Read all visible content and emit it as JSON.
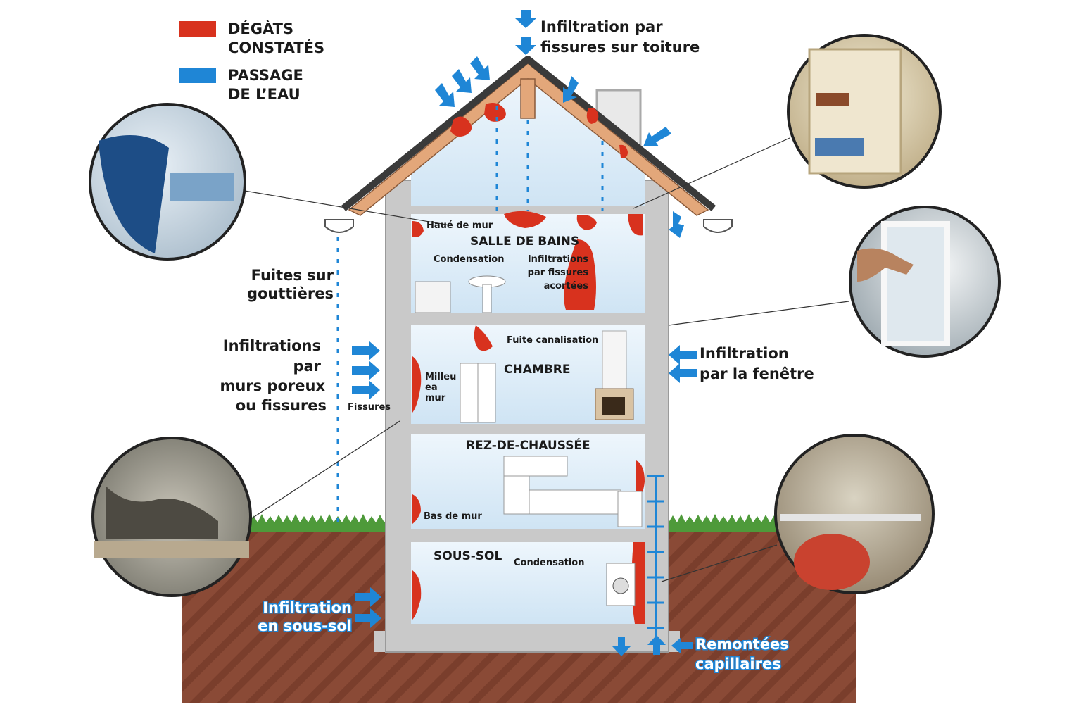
{
  "legend": {
    "damage": {
      "line1": "DÉGÀTS",
      "line2": "CONSTATÉS",
      "color": "#d8321e"
    },
    "water": {
      "line1": "PASSAGE",
      "line2": "DE L’EAU",
      "color": "#1f86d6"
    }
  },
  "labels": {
    "roof": {
      "line1": "Infiltration par",
      "line2": "fissures sur toiture"
    },
    "gutter": {
      "line1": "Fuites sur",
      "line2": "gouttières"
    },
    "walls": {
      "line1": "Infiltrations",
      "line2": "par",
      "line3": "murs poreux",
      "line4": "ou fissures"
    },
    "fissures": "Fissures",
    "window": {
      "line1": "Infiltration",
      "line2": "par la fenêtre"
    },
    "basement_infiltration": {
      "line1": "Infiltration",
      "line2": "en sous-sol"
    },
    "capillary": {
      "line1": "Remontées",
      "line2": "capillaires"
    }
  },
  "rooms": {
    "bathroom": {
      "title": "SALLE DE BAINS",
      "top_wall": "Haué de mur",
      "condensation": "Condensation",
      "cracks": {
        "line1": "Infiltrations",
        "line2": "par fissures",
        "line3": "acortées"
      }
    },
    "bedroom": {
      "title": "CHAMBRE",
      "pipe_leak": "Fuite canalisation",
      "mid_wall": {
        "line1": "Milleu",
        "line2": "ea",
        "line3": "mur"
      }
    },
    "ground": {
      "title": "REZ-DE-CHAUSSÉE",
      "low_wall": "Bas de mur"
    },
    "basement": {
      "title": "SOUS-SOL",
      "condensation": "Condensation"
    }
  },
  "colors": {
    "damage": "#d8321e",
    "water": "#1f86d6",
    "wall": "#c9c9c9",
    "room_fill": "#dcecf7",
    "roof": "#3a3a3a",
    "timber": "#e3a77a",
    "soil": "#8a4a36",
    "grass": "#4e9a3a"
  },
  "icons": [
    "arrow-icon",
    "gutter-icon",
    "sink-icon",
    "kitchen-icon",
    "washing-machine-icon",
    "wardrobe-icon",
    "fireplace-icon"
  ]
}
